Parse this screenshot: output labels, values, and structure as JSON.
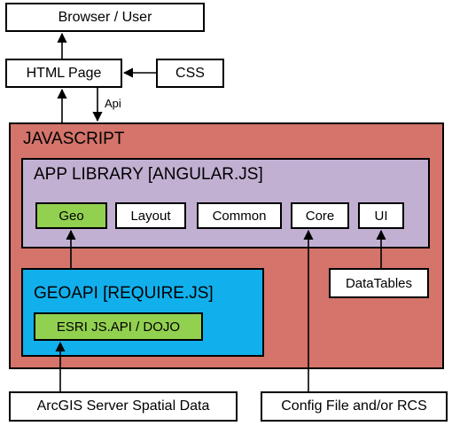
{
  "nodes": {
    "browser": "Browser / User",
    "html_page": "HTML Page",
    "css": "CSS",
    "javascript": "JAVASCRIPT",
    "app_library": "APP LIBRARY [ANGULAR.JS]",
    "geo": "Geo",
    "layout": "Layout",
    "common": "Common",
    "core": "Core",
    "ui": "UI",
    "geoapi": "GEOAPI [REQUIRE.JS]",
    "esri": "ESRI JS.API / DOJO",
    "datatables": "DataTables",
    "arcgis": "ArcGIS Server Spatial Data",
    "config": "Config File and/or RCS"
  },
  "edges": {
    "api_label": "Api"
  },
  "colors": {
    "javascript_fill": "#d4746a",
    "app_library_fill": "#c2b0d2",
    "geoapi_fill": "#11b0ec",
    "green_fill": "#92d050",
    "plain_fill": "#ffffff",
    "line": "#000000"
  }
}
